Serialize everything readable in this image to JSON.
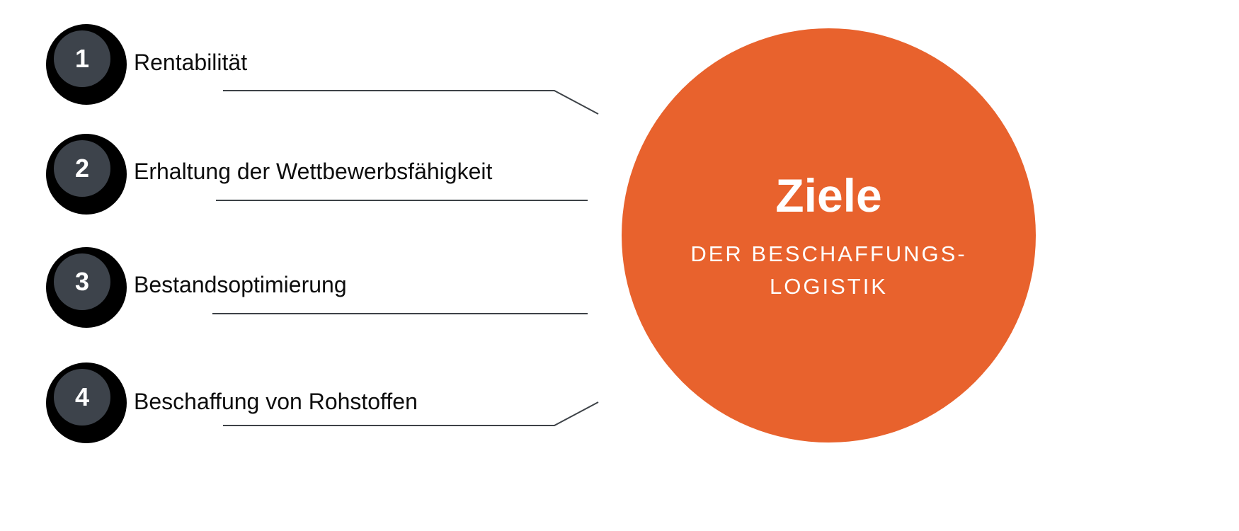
{
  "items": [
    {
      "number": "1",
      "label": "Rentabilität",
      "connector": "angled-down"
    },
    {
      "number": "2",
      "label": "Erhaltung der Wettbewerbsfähigkeit",
      "connector": "straight"
    },
    {
      "number": "3",
      "label": "Bestandsoptimierung",
      "connector": "straight"
    },
    {
      "number": "4",
      "label": "Beschaffung von Rohstoffen",
      "connector": "angled-up"
    }
  ],
  "circle": {
    "title": "Ziele",
    "subtitle_line1": "DER BESCHAFFUNGS-",
    "subtitle_line2": "LOGISTIK"
  },
  "colors": {
    "accent_orange": "#E8622D",
    "badge_outer": "#000000",
    "badge_inner": "#3d434b",
    "line": "#3d4247",
    "text": "#0d0d0d",
    "circle_text": "#ffffff",
    "background": "#ffffff"
  }
}
